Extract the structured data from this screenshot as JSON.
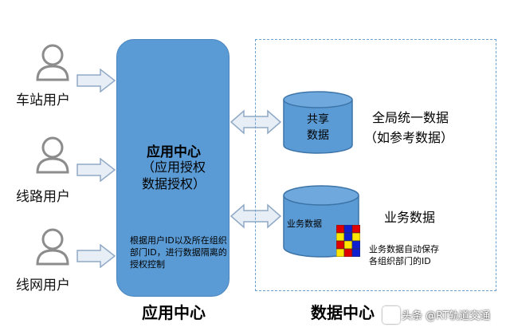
{
  "users": [
    {
      "label": "车站用户"
    },
    {
      "label": "线路用户"
    },
    {
      "label": "线网用户"
    }
  ],
  "app_center": {
    "title": "应用中心",
    "subtitle_line1": "（应用授权",
    "subtitle_line2": "数据授权）",
    "note": "根据用户ID以及所在组织部门ID，进行数据隔离的授权控制",
    "footer": "应用中心"
  },
  "data_center": {
    "shared_db": {
      "line1": "共享",
      "line2": "数据"
    },
    "shared_desc": {
      "line1": "全局统一数据",
      "line2": "（如参考数据）"
    },
    "biz_db": {
      "label": "业务数据"
    },
    "biz_title": "业务数据",
    "biz_desc": {
      "line1": "业务数据自动保存",
      "line2": "各组织部门的ID"
    },
    "footer": "数据中心"
  },
  "watermark": "头条 @RT轨道交通",
  "colors": {
    "box_blue": "#5b9bd5",
    "arrow_blue": "#b8cfe8",
    "user_gray": "#8c8c8c",
    "grid_red": "#e00000",
    "grid_yellow": "#ffe600",
    "grid_blue": "#1020d0"
  }
}
